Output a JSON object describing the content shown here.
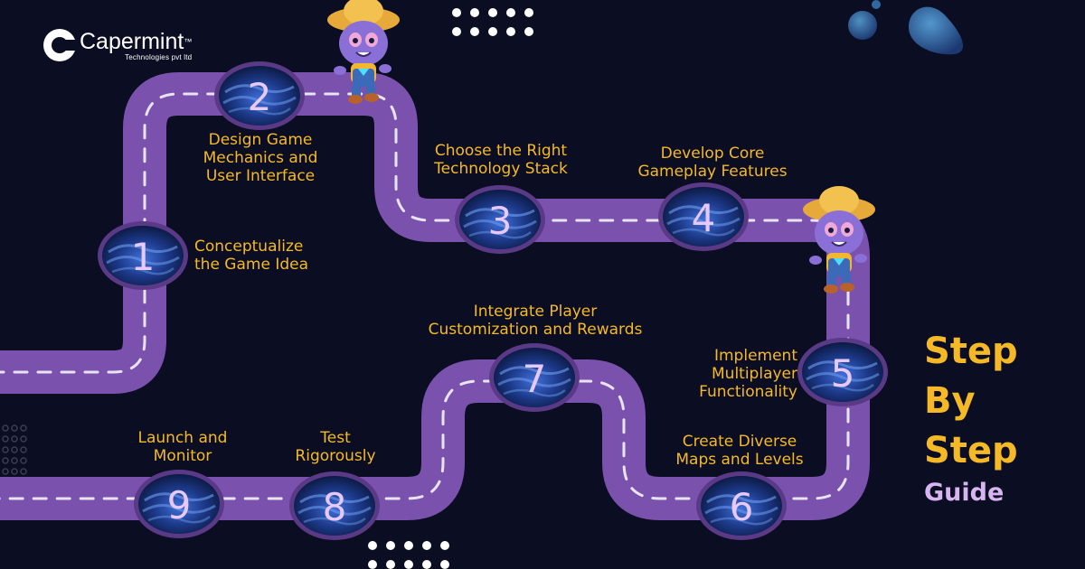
{
  "brand": {
    "name": "Capermint",
    "trademark": "™",
    "tagline": "Technologies pvt ltd"
  },
  "title": {
    "line1": "Step",
    "line2": "By",
    "line3": "Step",
    "line4": "Guide"
  },
  "steps": [
    {
      "number": "1",
      "label": [
        "Conceptualize",
        "the Game Idea"
      ]
    },
    {
      "number": "2",
      "label": [
        "Design Game",
        "Mechanics and",
        "User Interface"
      ]
    },
    {
      "number": "3",
      "label": [
        "Choose the Right",
        "Technology Stack"
      ]
    },
    {
      "number": "4",
      "label": [
        "Develop Core",
        "Gameplay Features"
      ]
    },
    {
      "number": "5",
      "label": [
        "Implement",
        "Multiplayer",
        "Functionality"
      ]
    },
    {
      "number": "6",
      "label": [
        "Create Diverse",
        "Maps and Levels"
      ]
    },
    {
      "number": "7",
      "label": [
        "Integrate Player",
        "Customization and Rewards"
      ]
    },
    {
      "number": "8",
      "label": [
        "Test",
        "Rigorously"
      ]
    },
    {
      "number": "9",
      "label": [
        "Launch and",
        "Monitor"
      ]
    }
  ],
  "colors": {
    "background": "#0b0e22",
    "road": "#7a52ad",
    "road_edge": "#5a3a86",
    "label": "#f5b928",
    "guide": "#d8b4f0",
    "marker_number": "#e7c9ff"
  },
  "mascot_icon": "cat-farmer-mascot-icon"
}
